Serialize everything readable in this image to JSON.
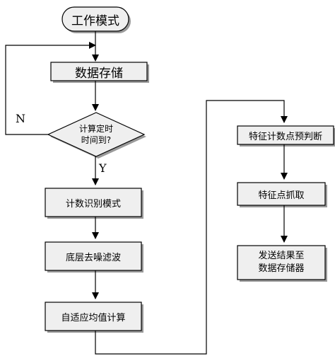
{
  "start": {
    "label": "工作模式"
  },
  "left_column": {
    "storage": "数据存储",
    "decision": "计算定时\n时间到?",
    "no_label": "N",
    "yes_label": "Y",
    "step_count_mode": "计数识别模式",
    "step_denoise": "底层去噪滤波",
    "step_adaptive_mean": "自适应均值计算"
  },
  "right_column": {
    "step_prejudge": "特征计数点预判断",
    "step_capture": "特征点抓取",
    "step_send": "发送结果至\n数据存储器"
  },
  "colors": {
    "box_fill": "#efefef",
    "line": "#000000",
    "shadow": "#9a9a9a"
  }
}
